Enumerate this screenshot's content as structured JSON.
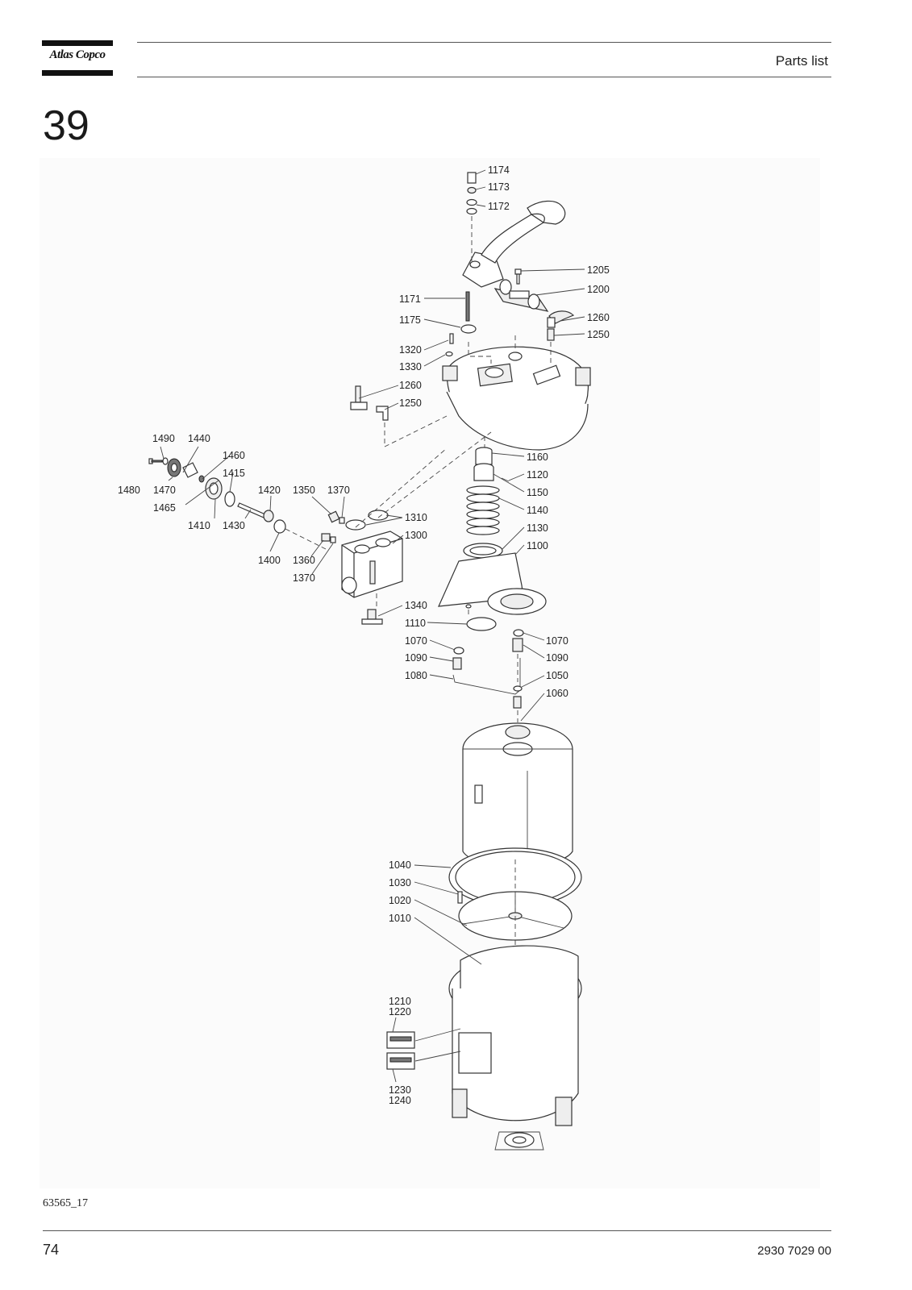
{
  "header": {
    "logo_text": "Atlas Copco",
    "title": "Parts list"
  },
  "section_number": "39",
  "figure": {
    "code": "63565_17",
    "callouts": {
      "c1174": "1174",
      "c1173": "1173",
      "c1172": "1172",
      "c1205": "1205",
      "c1200": "1200",
      "c1171": "1171",
      "c1175": "1175",
      "c1260a": "1260",
      "c1250a": "1250",
      "c1320": "1320",
      "c1330": "1330",
      "c1260b": "1260",
      "c1250b": "1250",
      "c1490": "1490",
      "c1440": "1440",
      "c1460": "1460",
      "c1415": "1415",
      "c1480": "1480",
      "c1470": "1470",
      "c1465": "1465",
      "c1420": "1420",
      "c1350": "1350",
      "c1370a": "1370",
      "c1310": "1310",
      "c1410": "1410",
      "c1430": "1430",
      "c1300": "1300",
      "c1400": "1400",
      "c1360": "1360",
      "c1370b": "1370",
      "c1160": "1160",
      "c1120": "1120",
      "c1150": "1150",
      "c1140": "1140",
      "c1130": "1130",
      "c1100": "1100",
      "c1340": "1340",
      "c1110": "1110",
      "c1070a": "1070",
      "c1090a": "1090",
      "c1080": "1080",
      "c1070b": "1070",
      "c1090b": "1090",
      "c1050": "1050",
      "c1060": "1060",
      "c1040": "1040",
      "c1030": "1030",
      "c1020": "1020",
      "c1010": "1010",
      "c1210": "1210",
      "c1220": "1220",
      "c1230": "1230",
      "c1240": "1240"
    }
  },
  "footer": {
    "page_number": "74",
    "document_number": "2930 7029 00"
  }
}
